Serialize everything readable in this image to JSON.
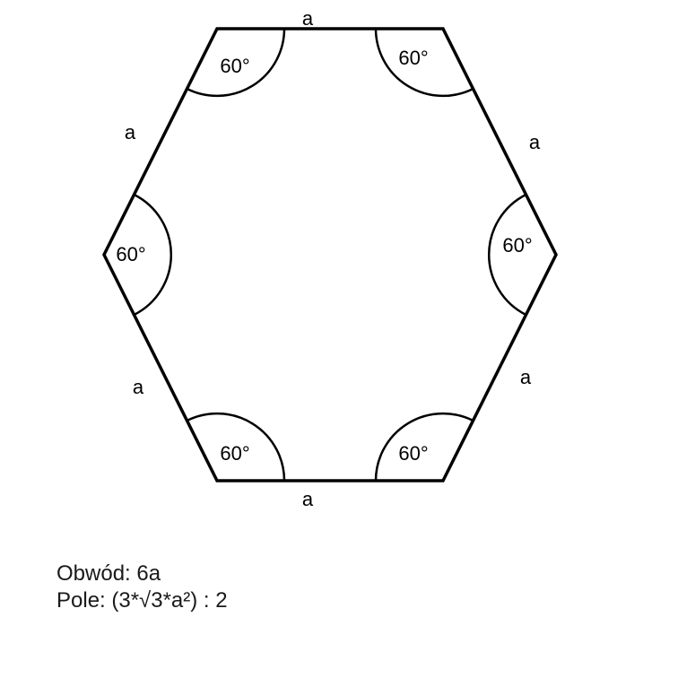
{
  "hexagon": {
    "side_labels": [
      "a",
      "a",
      "a",
      "a",
      "a",
      "a"
    ],
    "angle_labels": [
      "60°",
      "60°",
      "60°",
      "60°",
      "60°",
      "60°"
    ],
    "stroke_color": "#000000"
  },
  "formulas": {
    "perimeter": "Obwód: 6a",
    "area": "Pole: (3*√3*a²) : 2"
  }
}
